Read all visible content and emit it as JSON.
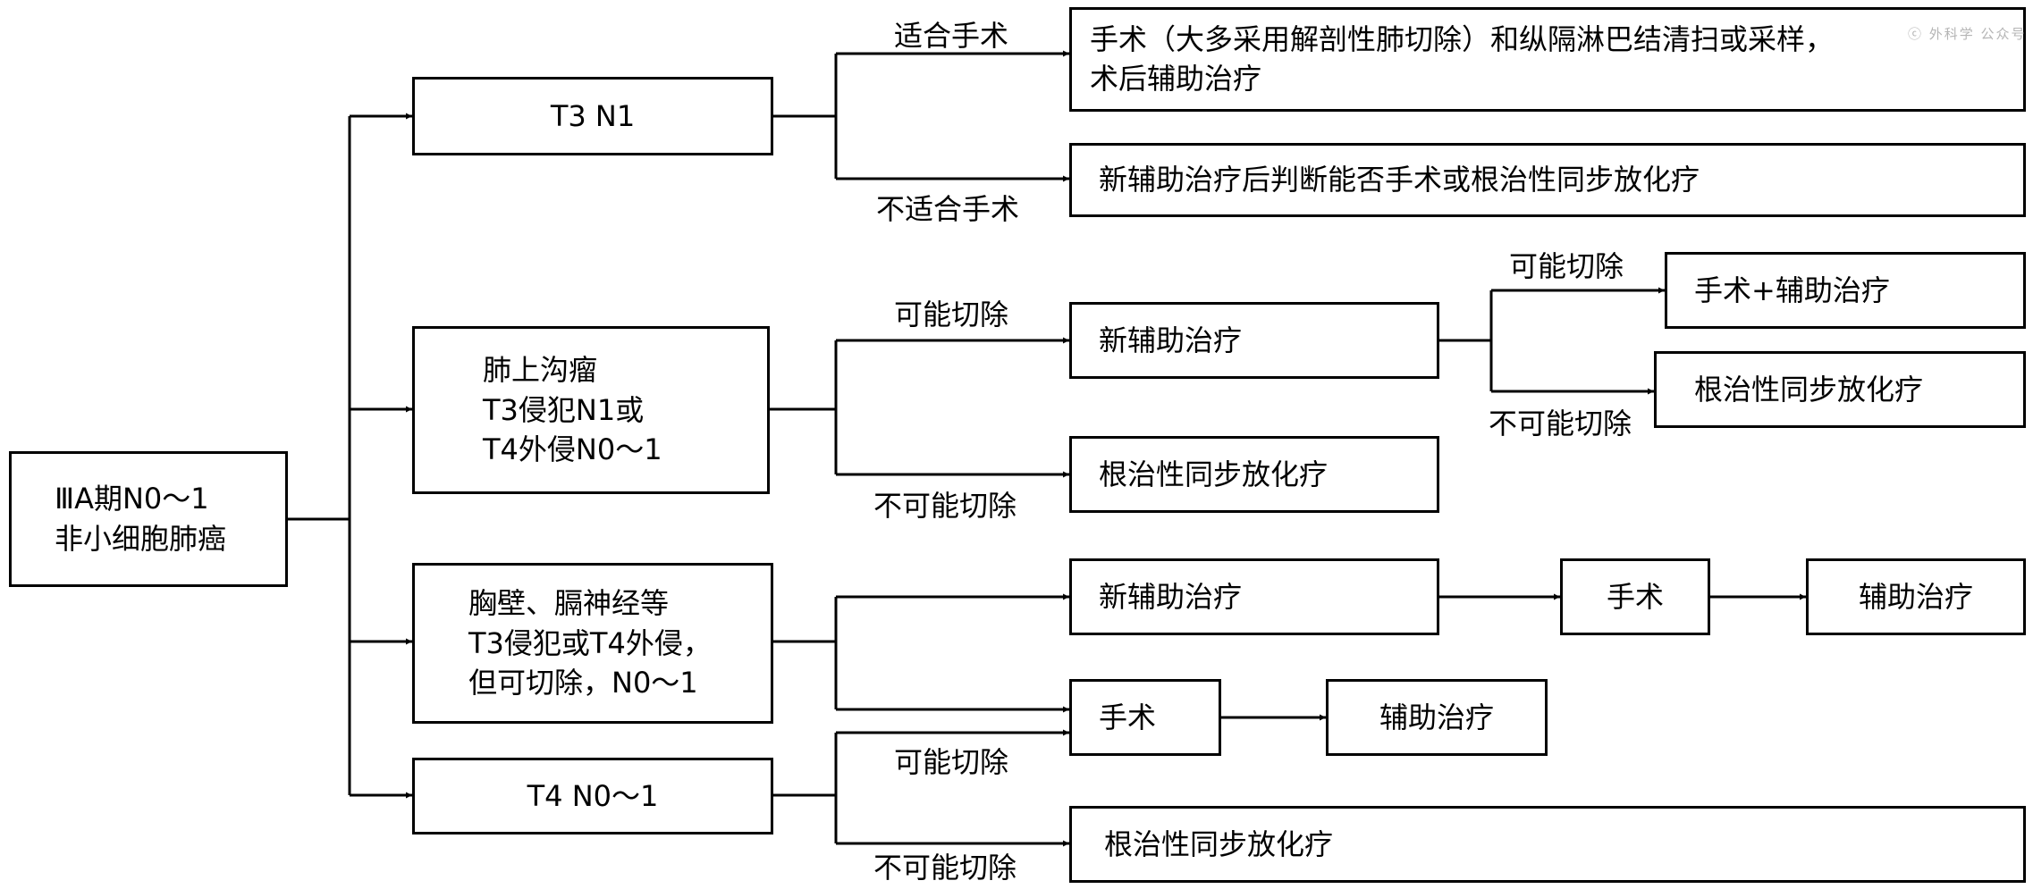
{
  "diagram": {
    "root": {
      "line1": "ⅢA期N0～1",
      "line2": "非小细胞肺癌"
    },
    "t3n1": {
      "title": "T3 N1",
      "label_suitable": "适合手术",
      "label_unsuitable": "不适合手术",
      "surgery_line1": "手术（大多采用解剖性肺切除）和纵隔淋巴结清扫或采样，",
      "surgery_line2": "术后辅助治疗",
      "neoadjuvant": "新辅助治疗后判断能否手术或根治性同步放化疗"
    },
    "pancoast": {
      "line1": "肺上沟瘤",
      "line2": "T3侵犯N1或",
      "line3": "T4外侵N0～1",
      "label_resectable": "可能切除",
      "label_unresectable": "不可能切除",
      "neoadjuvant": "新辅助治疗",
      "chemoradiation": "根治性同步放化疗",
      "label2_resectable": "可能切除",
      "label2_unresectable": "不可能切除",
      "surgery_adjuvant": "手术+辅助治疗",
      "chemoradiation2": "根治性同步放化疗"
    },
    "chestwall": {
      "line1": "胸壁、膈神经等",
      "line2": "T3侵犯或T4外侵，",
      "line3": "但可切除，N0～1",
      "neoadjuvant": "新辅助治疗",
      "surgery": "手术",
      "adjuvant": "辅助治疗",
      "surgery2": "手术",
      "adjuvant2": "辅助治疗"
    },
    "t4n0": {
      "title": "T4 N0～1",
      "label_resectable": "可能切除",
      "label_unresectable": "不可能切除",
      "chemoradiation": "根治性同步放化疗"
    },
    "watermark": "ⓒ 外科学 公众号"
  },
  "colors": {
    "line": "#000000",
    "background": "#ffffff"
  }
}
